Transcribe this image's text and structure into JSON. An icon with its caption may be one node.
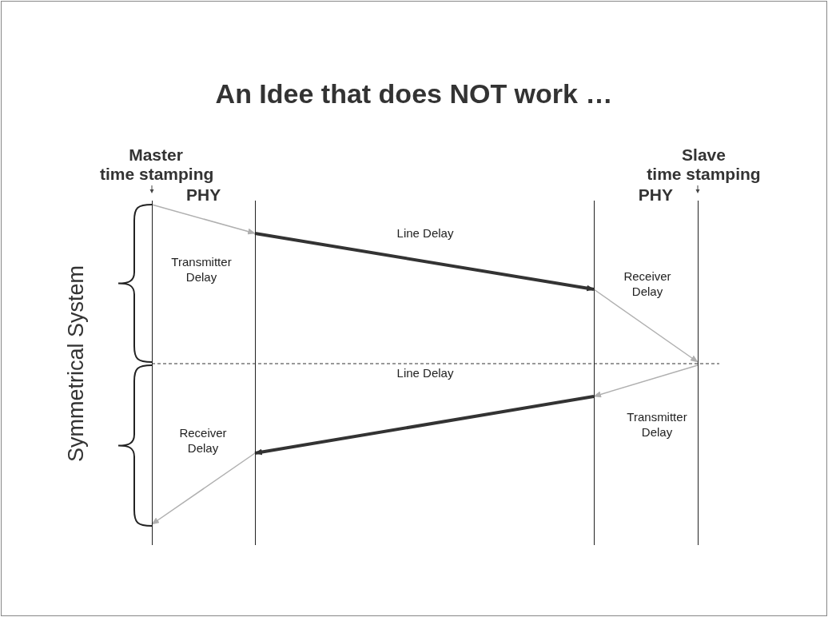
{
  "diagram": {
    "title": "An Idee that does NOT work …",
    "nodes": [
      {
        "text": [
          "Master time stamping"
        ]
      },
      {
        "text": [
          "PHY"
        ]
      },
      {
        "text": [
          "PHY"
        ]
      },
      {
        "text": [
          "Slave time stamping"
        ]
      }
    ],
    "edges": [
      {
        "from": 0,
        "to": 1,
        "arrow": "to",
        "label": "Transmitter Delay"
      },
      {
        "from": 1,
        "to": 2,
        "arrow": "to",
        "label": "Line Delay",
        "style": "thick",
        "color": "#333333"
      },
      {
        "from": 2,
        "to": 3,
        "arrow": "to",
        "label": "Receiver Delay"
      },
      {
        "from": 3,
        "to": 2,
        "arrow": "to",
        "label": "Transmitter Delay"
      },
      {
        "from": 2,
        "to": 1,
        "arrow": "to",
        "label": "Line Delay",
        "style": "thick",
        "color": "#333333"
      },
      {
        "from": 1,
        "to": 0,
        "arrow": "to",
        "label": "Receiver Delay"
      }
    ],
    "labels": [
      "Symmetrical System"
    ]
  }
}
